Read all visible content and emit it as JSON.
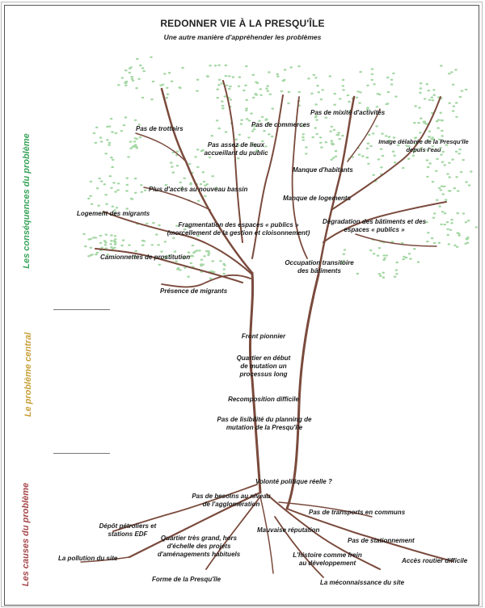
{
  "title": "REDONNER VIE À LA PRESQU'ÎLE",
  "subtitle": "Une autre manière d'appréhender les problèmes",
  "side_labels": {
    "consequences": "Les conséquences du problème",
    "central": "Le problème central",
    "causes": "Les causes du problème"
  },
  "colors": {
    "consequences": "#3aa55a",
    "central": "#c8a03a",
    "causes": "#a6474a",
    "branches": "#7a4a3c",
    "leaves": "#9bd39b"
  },
  "consequences": [
    "Pas de trottoirs",
    "Pas de commerces",
    "Pas de mixité d'activités",
    "Pas assez de lieux accueillant du public",
    "Image délabrée de la Presqu'île depuis l'eau",
    "Manque d'habitants",
    "Plus d'accès au nouveau bassin",
    "Manque de logements",
    "Logement des migrants",
    "Fragmentation des espaces « publics » (morcellement de la gestion et cloisonnement)",
    "Dégradation des bâtiments et des espaces « publics »",
    "Camionnettes de prostitution",
    "Occupation transitoire des bâtiments",
    "Présence de migrants"
  ],
  "central": [
    "Front pionnier",
    "Quartier en début de mutation un processus long",
    "Recomposition difficile",
    "Pas de lisibilité du planning de mutation de la Presqu'île"
  ],
  "causes": [
    "Volonté politique réelle ?",
    "Pas de besoins au niveau de l'agglomération",
    "Pas de transports en communs",
    "Dépôt pétroliers et stations EDF",
    "Quartier très grand, hors d'échelle des projets d'aménagements habituels",
    "Mauvaise réputation",
    "Pas de stationnement",
    "La pollution du site",
    "L'histoire comme frein au développement",
    "Accès routier difficile",
    "Forme de la Presqu'île",
    "La méconnaissance du site"
  ]
}
